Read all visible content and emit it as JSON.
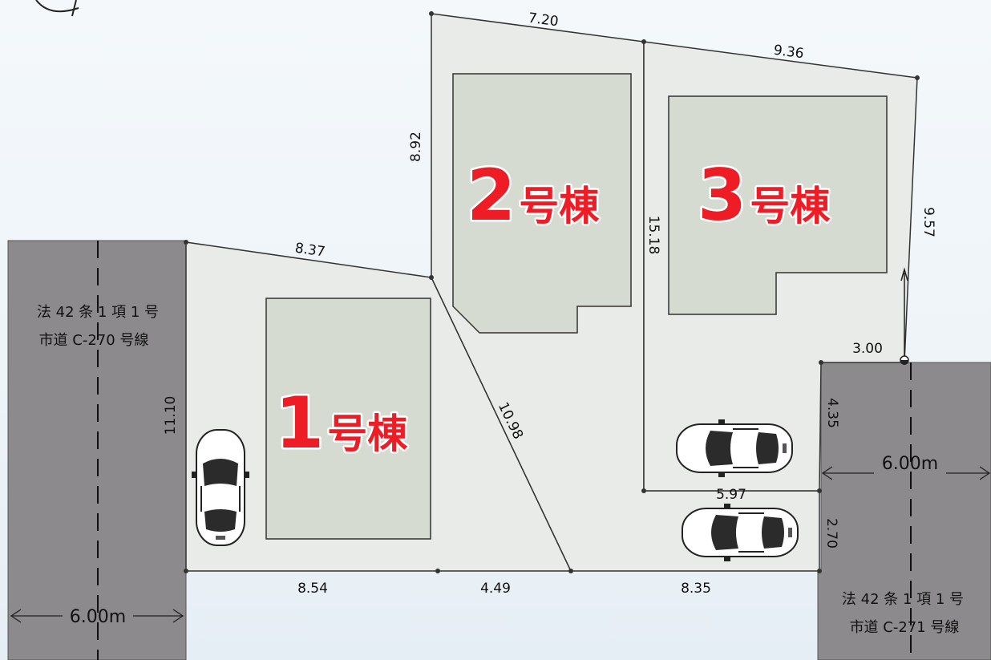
{
  "buildings": [
    {
      "number": "1",
      "suffix": "号棟"
    },
    {
      "number": "2",
      "suffix": "号棟"
    },
    {
      "number": "3",
      "suffix": "号棟"
    }
  ],
  "roads": {
    "left": {
      "line1": "法 42 条 1 項 1 号",
      "line2": "市道 C-270 号線",
      "width": "6.00m"
    },
    "right": {
      "line1": "法 42 条 1 項 1 号",
      "line2": "市道 C-271 号線",
      "width": "6.00m"
    }
  },
  "dimensions": {
    "top_left": "7.20",
    "top_right": "9.36",
    "lot2_left": "8.92",
    "lot1_top": "8.37",
    "diagonal": "10.98",
    "lot1_left": "11.10",
    "divider": "15.18",
    "right_side": "9.57",
    "offset": "3.00",
    "right_upper": "4.35",
    "parking_width": "5.97",
    "right_lower": "2.70",
    "bottom_1": "8.54",
    "bottom_2": "4.49",
    "bottom_3": "8.35"
  },
  "colors": {
    "lot": "#e8ebe7",
    "building": "#d6dbd2",
    "road": "#8c8a8d",
    "accent": "#ee1c25"
  }
}
